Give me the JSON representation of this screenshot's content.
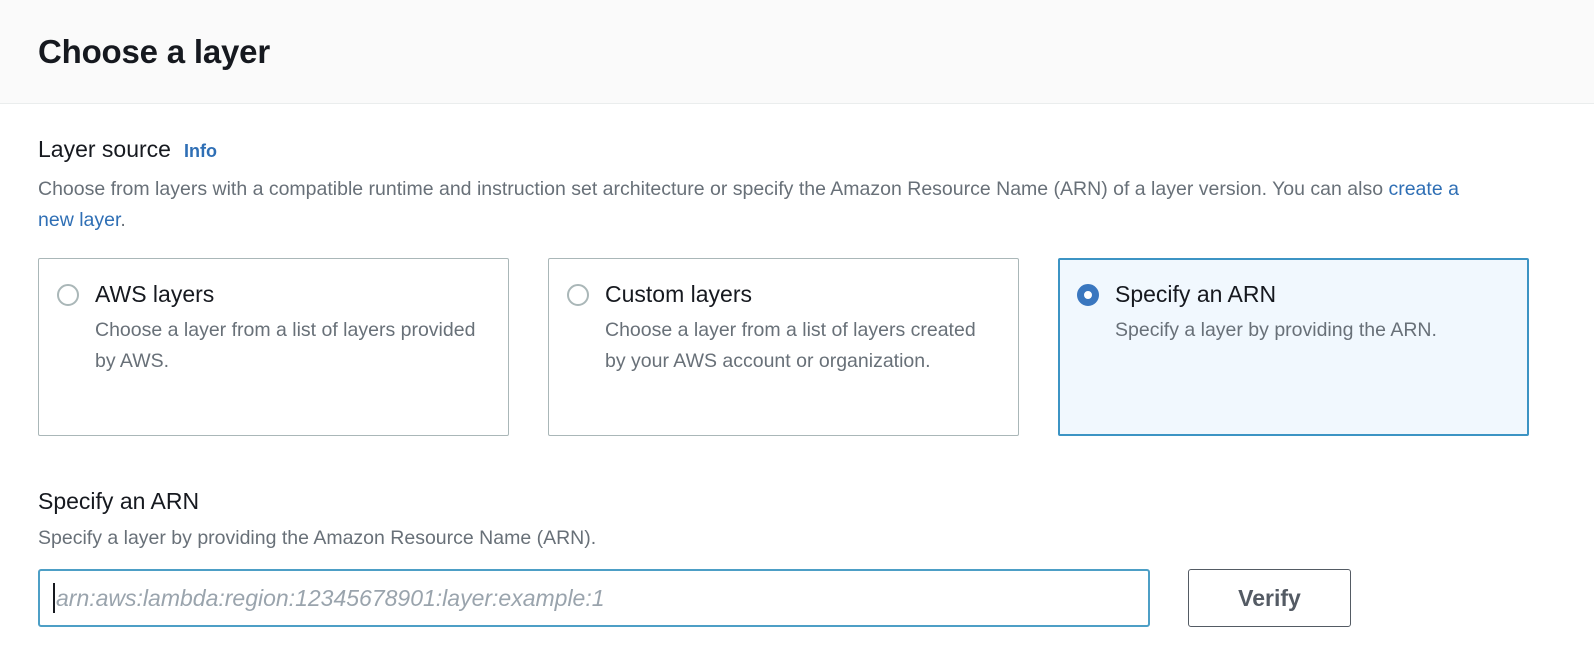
{
  "header": {
    "title": "Choose a layer"
  },
  "layer_source": {
    "label": "Layer source",
    "info_label": "Info",
    "description_part1": "Choose from layers with a compatible runtime and instruction set architecture or specify the Amazon Resource Name (ARN) of a layer version. You can also ",
    "description_link": "create a new layer",
    "description_part2": ".",
    "options": [
      {
        "title": "AWS layers",
        "description": "Choose a layer from a list of layers provided by AWS.",
        "selected": false
      },
      {
        "title": "Custom layers",
        "description": "Choose a layer from a list of layers created by your AWS account or organization.",
        "selected": false
      },
      {
        "title": "Specify an ARN",
        "description": "Specify a layer by providing the ARN.",
        "selected": true
      }
    ]
  },
  "arn_section": {
    "title": "Specify an ARN",
    "description": "Specify a layer by providing the Amazon Resource Name (ARN).",
    "input_value": "",
    "input_placeholder": "arn:aws:lambda:region:12345678901:layer:example:1",
    "verify_label": "Verify"
  },
  "colors": {
    "accent_blue": "#3a77bf",
    "link_blue": "#2f6fb5",
    "selected_border": "#3c94c4",
    "selected_fill": "#f1f8fe",
    "input_focus_border": "#4d9fc6",
    "button_border": "#545b64",
    "muted_text": "#687078",
    "header_bg": "#fafafa"
  }
}
